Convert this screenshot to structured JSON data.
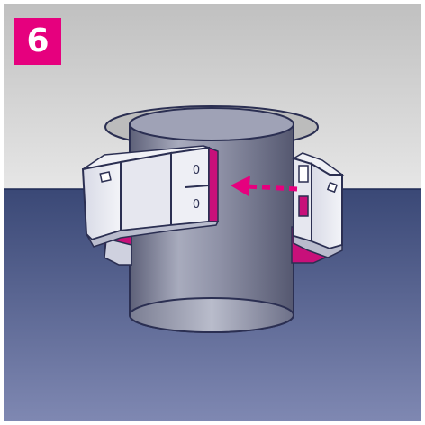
{
  "step": {
    "number": "6"
  },
  "illustration": {
    "collar_marks": [
      "0",
      "0"
    ]
  },
  "colors": {
    "badge": "#e6007e",
    "arrow": "#e6007e",
    "wall_top": "#c2c2c2",
    "wall_bottom": "#e4e4e4",
    "ceiling_top": "#3b4a78",
    "ceiling_bottom": "#7d86b0",
    "pipe": "#8a8ea4",
    "collar_face": "#e9eaf1",
    "intumescent": "#c8107a"
  },
  "icons": [
    "dashed-arrow-left-icon"
  ]
}
